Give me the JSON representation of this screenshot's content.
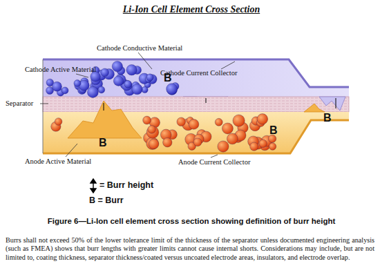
{
  "diagram": {
    "title": "Li-Ion Cell Element Cross Section",
    "caption": "Figure 6—Li-Ion cell element cross section showing definition of burr height",
    "labels": [
      "Cathode Conductive Material",
      "Cathode Active Material",
      "Cathode Current Collector",
      "Separator",
      "B",
      "B",
      "B",
      "B",
      "Anode Active Material",
      "Anode Current Collector",
      "Burrs shall not exceed 50% of the lower tolerance limit of the thickness of the separator unless documented engineering analysis (such as FMEA) shows that burr lengths with greater limits cannot cause internal shorts. Considerations may include, but are not limited to, coating thickness, separator thickness/coated versus uncoated electrode areas, insulators, and electrode overlap."
    ],
    "legend": [
      {
        "text": "= Burr height"
      },
      {
        "text": "B = Burr"
      }
    ]
  }
}
